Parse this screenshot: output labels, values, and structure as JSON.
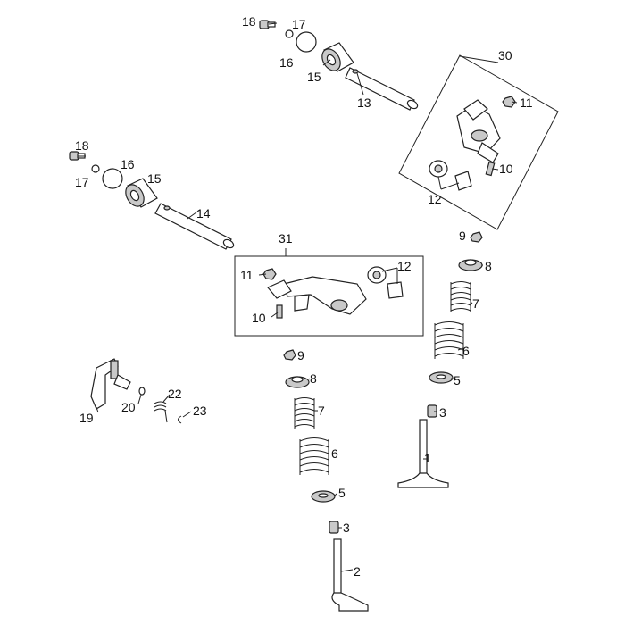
{
  "callouts": {
    "c1": "1",
    "c2": "2",
    "c3a": "3",
    "c3b": "3",
    "c5a": "5",
    "c5b": "5",
    "c6a": "6",
    "c6b": "6",
    "c7a": "7",
    "c7b": "7",
    "c8a": "8",
    "c8b": "8",
    "c9a": "9",
    "c9b": "9",
    "c10a": "10",
    "c10b": "10",
    "c11a": "11",
    "c11b": "11",
    "c12a": "12",
    "c12b": "12",
    "c13": "13",
    "c14": "14",
    "c15a": "15",
    "c15b": "15",
    "c16a": "16",
    "c16b": "16",
    "c17a": "17",
    "c17b": "17",
    "c18a": "18",
    "c18b": "18",
    "c19": "19",
    "c20": "20",
    "c22": "22",
    "c23": "23",
    "c30": "30",
    "c31": "31"
  }
}
